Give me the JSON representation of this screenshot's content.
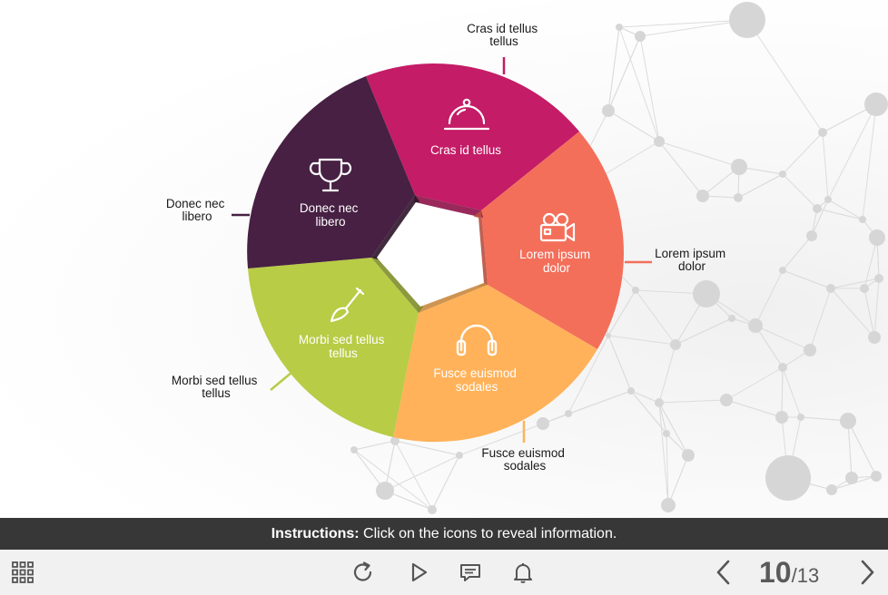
{
  "wheel": {
    "segments": [
      {
        "key": "cras",
        "label": "Cras id tellus",
        "outer_label": [
          "Cras id tellus",
          "tellus"
        ],
        "icon": "service-bell-icon",
        "color": "#c41c66"
      },
      {
        "key": "lorem",
        "label": [
          "Lorem ipsum",
          "dolor"
        ],
        "outer_label": [
          "Lorem ipsum",
          "dolor"
        ],
        "icon": "video-camera-icon",
        "color": "#f36f5a"
      },
      {
        "key": "fusce",
        "label": [
          "Fusce euismod",
          "sodales"
        ],
        "outer_label": [
          "Fusce euismod",
          "sodales"
        ],
        "icon": "headphones-icon",
        "color": "#ffb25a"
      },
      {
        "key": "morbi",
        "label": [
          "Morbi sed tellus",
          "tellus"
        ],
        "outer_label": [
          "Morbi sed tellus",
          "tellus"
        ],
        "icon": "paintbrush-icon",
        "color": "#b8cc46"
      },
      {
        "key": "donec",
        "label": [
          "Donec nec",
          "libero"
        ],
        "outer_label": [
          "Donec nec",
          "libero"
        ],
        "icon": "trophy-icon",
        "color": "#472043"
      }
    ]
  },
  "instructions": {
    "prefix": "Instructions:",
    "text": " Click on the icons to reveal information."
  },
  "toolbar": {
    "menu_icon": "grid-menu-icon",
    "replay_icon": "replay-icon",
    "play_icon": "play-icon",
    "transcript_icon": "chat-bubble-icon",
    "notes_icon": "bell-icon",
    "prev_icon": "chevron-left-icon",
    "next_icon": "chevron-right-icon",
    "page_current": "10",
    "page_separator": "/",
    "page_total": "13"
  }
}
